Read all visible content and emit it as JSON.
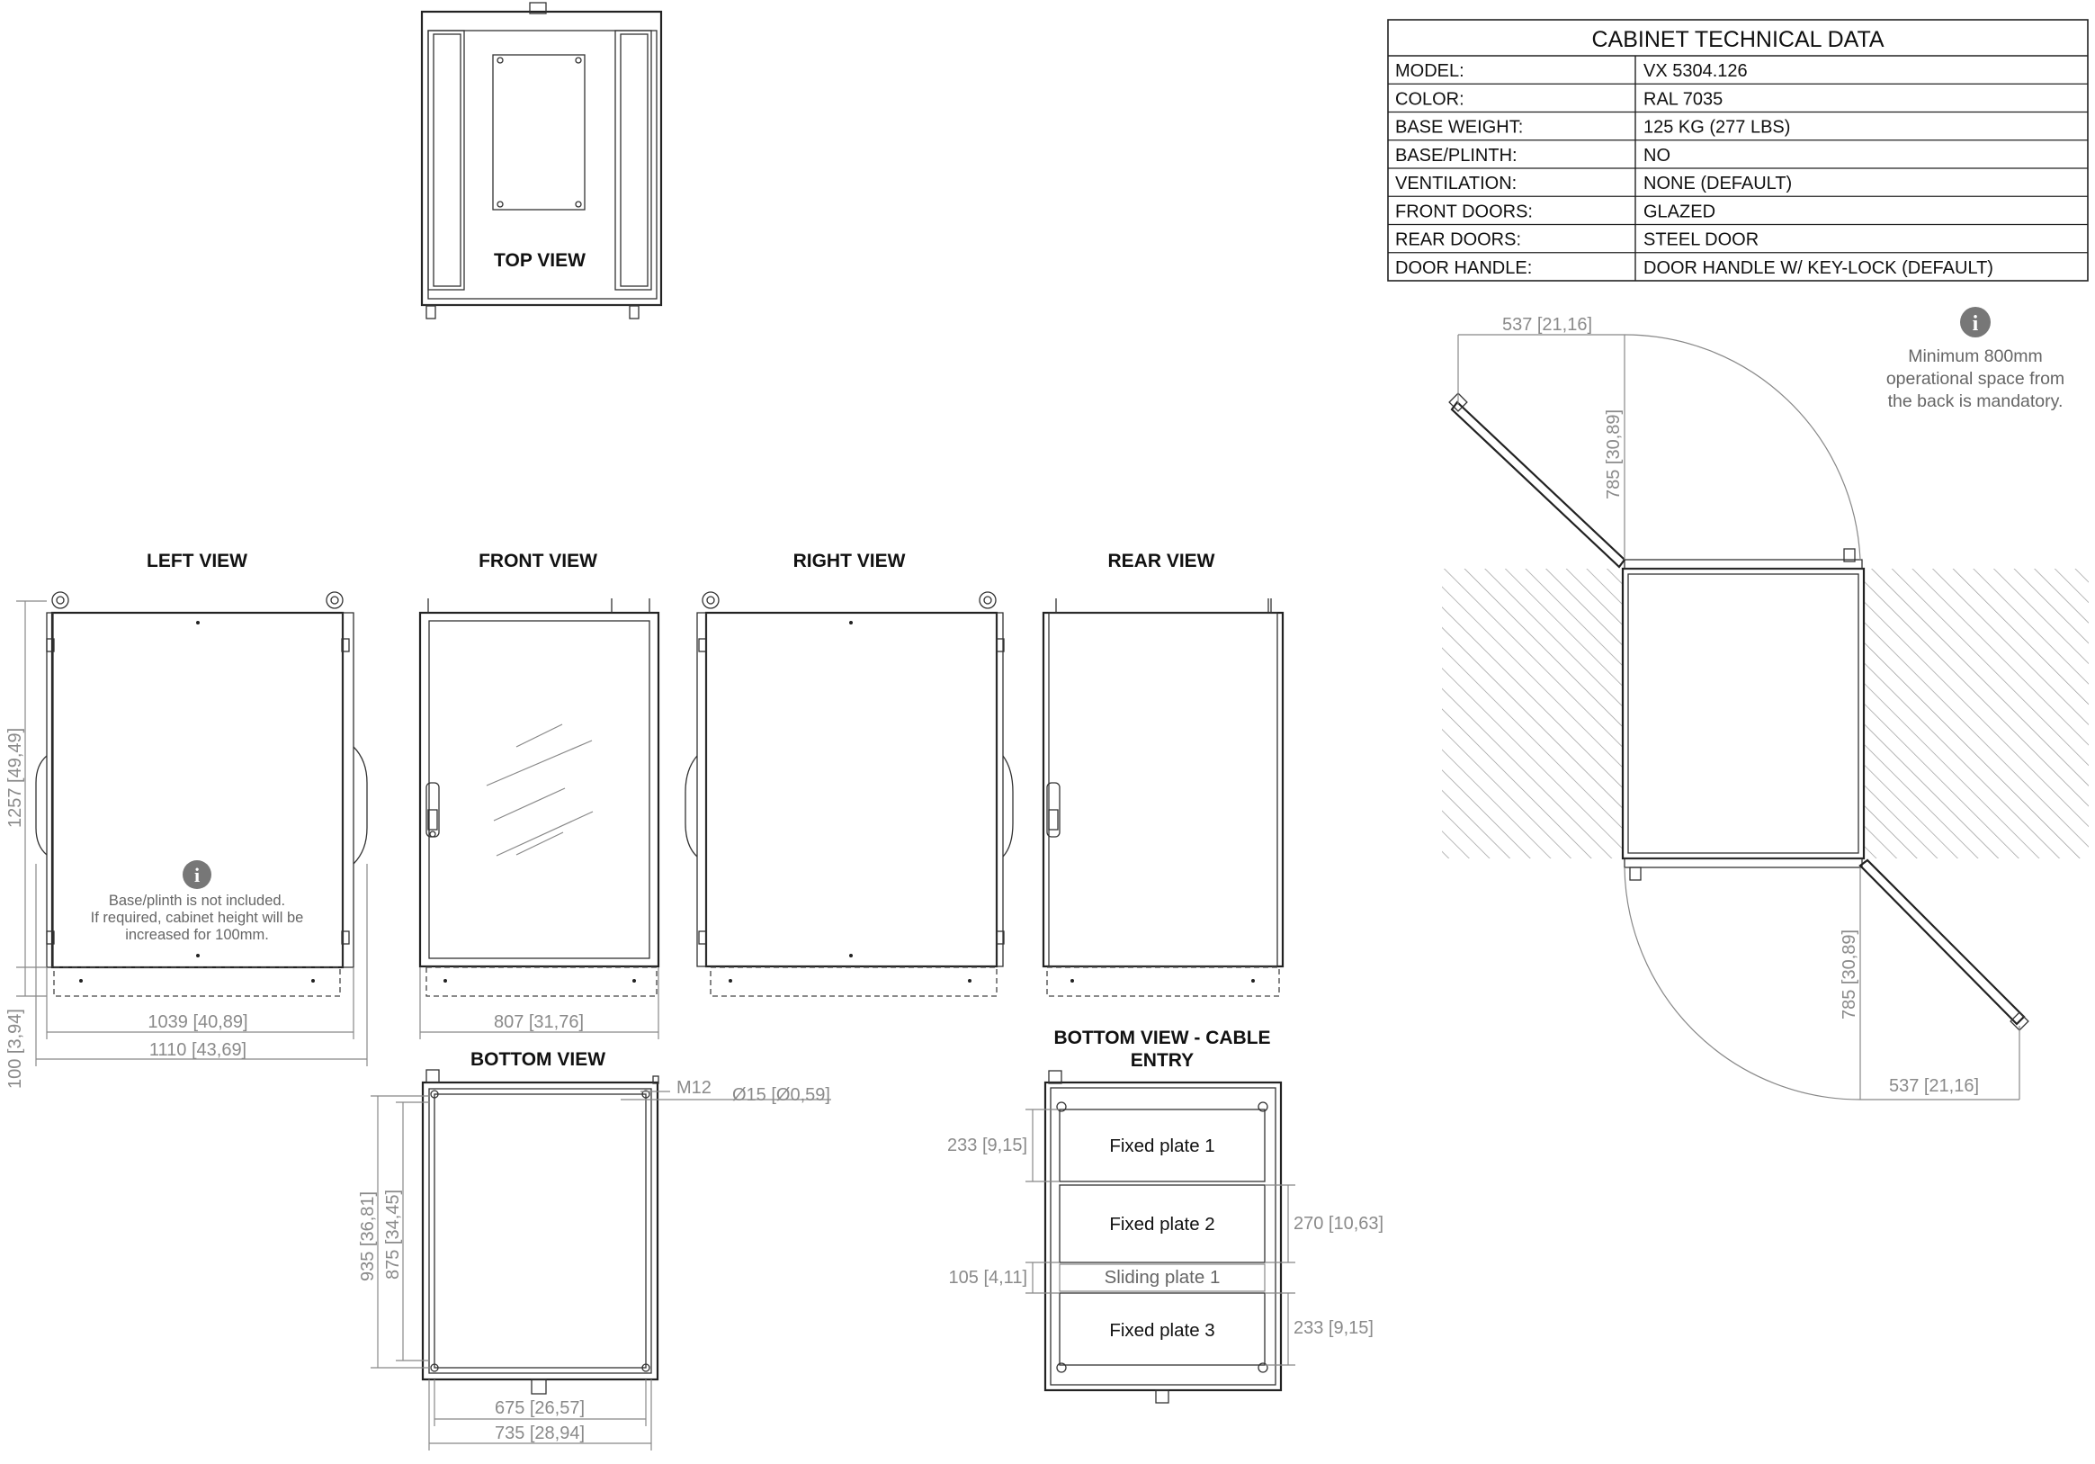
{
  "views": {
    "top": "TOP VIEW",
    "left": "LEFT VIEW",
    "front": "FRONT VIEW",
    "right": "RIGHT VIEW",
    "rear": "REAR VIEW",
    "bottom": "BOTTOM VIEW",
    "bottom_cable_line1": "BOTTOM VIEW - CABLE",
    "bottom_cable_line2": "ENTRY"
  },
  "table": {
    "title": "CABINET TECHNICAL DATA",
    "rows": [
      {
        "label": "MODEL:",
        "value": "VX 5304.126"
      },
      {
        "label": "COLOR:",
        "value": "RAL 7035"
      },
      {
        "label": "BASE WEIGHT:",
        "value": "125 KG (277 LBS)"
      },
      {
        "label": "BASE/PLINTH:",
        "value": "NO"
      },
      {
        "label": "VENTILATION:",
        "value": "NONE (DEFAULT)"
      },
      {
        "label": "FRONT DOORS:",
        "value": "GLAZED"
      },
      {
        "label": "REAR DOORS:",
        "value": "STEEL DOOR"
      },
      {
        "label": "DOOR HANDLE:",
        "value": "DOOR HANDLE W/ KEY-LOCK (DEFAULT)"
      }
    ]
  },
  "dimensions": {
    "height_total": "1257 [49,49]",
    "plinth_height": "100 [3,94]",
    "depth_inner": "1039 [40,89]",
    "depth_outer": "1110 [43,69]",
    "front_width": "807 [31,76]",
    "bolt": "M12",
    "hole": "Ø15 [Ø0,59]",
    "bottom_depth_outer": "935 [36,81]",
    "bottom_depth_inner": "875 [34,45]",
    "bottom_width_inner": "675 [26,57]",
    "bottom_width_outer": "735 [28,94]",
    "plate_a": "233 [9,15]",
    "plate_b": "270 [10,63]",
    "plate_sliding": "105 [4,11]",
    "plate_c": "233 [9,15]",
    "door_swing_top": "537 [21,16]",
    "door_radius_top": "785 [30,89]",
    "door_radius_bottom": "785 [30,89]",
    "door_swing_bottom": "537 [21,16]"
  },
  "notes": {
    "plinth_line1": "Base/plinth is not included.",
    "plinth_line2": "If required, cabinet height will be",
    "plinth_line3": "increased for 100mm.",
    "space_line1": "Minimum 800mm",
    "space_line2": "operational space from",
    "space_line3": "the back is mandatory."
  },
  "plates": {
    "p1": "Fixed plate 1",
    "p2": "Fixed plate 2",
    "s1": "Sliding plate 1",
    "p3": "Fixed plate 3"
  },
  "icons": {
    "info": "info-icon"
  }
}
